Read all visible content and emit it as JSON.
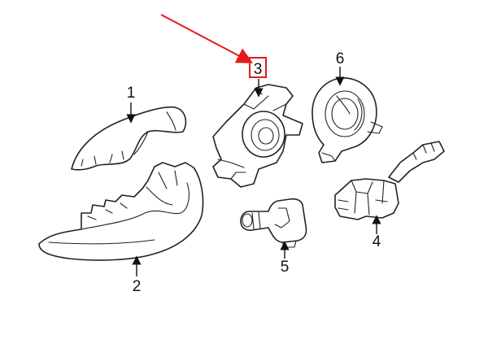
{
  "diagram": {
    "callouts": [
      {
        "id": "1",
        "label": "1"
      },
      {
        "id": "2",
        "label": "2"
      },
      {
        "id": "3",
        "label": "3",
        "highlighted": true
      },
      {
        "id": "4",
        "label": "4"
      },
      {
        "id": "5",
        "label": "5"
      },
      {
        "id": "6",
        "label": "6"
      }
    ],
    "highlight_color": "#e31b1b",
    "line_color": "#222222",
    "background": "#ffffff"
  }
}
